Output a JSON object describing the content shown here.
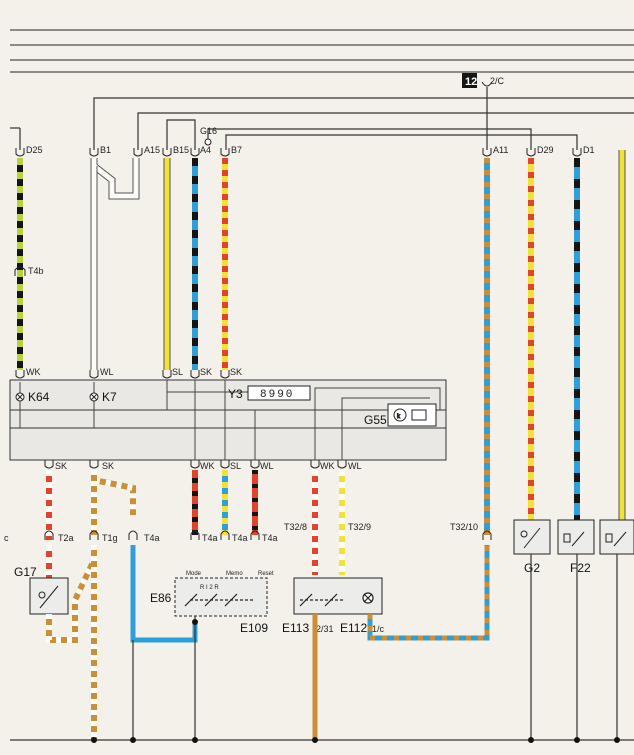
{
  "badge": {
    "number": "12",
    "ref": "2/C"
  },
  "top_pins": [
    "D25",
    "B1",
    "A15",
    "B15",
    "A4",
    "B7",
    "A11",
    "D29",
    "D1"
  ],
  "g16": "G16",
  "t4b": "T4b",
  "mid_wire_codes": [
    "WK",
    "WL",
    "SL",
    "SK",
    "SK"
  ],
  "k64": "K64",
  "k7": "K7",
  "y3": "Y3",
  "display_value": "8990",
  "g55": "G55",
  "lower_wire_codes": [
    "SK",
    "SK",
    "WK",
    "SL",
    "WL",
    "WK",
    "WL"
  ],
  "conn": {
    "t2a": "T2a",
    "t1g": "T1g",
    "t4a_1": "T4a",
    "t4a_2": "T4a",
    "t4a_3": "T4a",
    "t4a_4": "T4a",
    "t32_8": "T32/8",
    "t32_9": "T32/9",
    "t32_10": "T32/10"
  },
  "g17": "G17",
  "e86": "E86",
  "e109": "E109",
  "e113": "E113",
  "e112": "E112",
  "e113_ref": "2/31",
  "e112_ref": "1/c",
  "switch_labels": {
    "mode": "Mode",
    "memo": "Memo",
    "reset": "Reset",
    "ri2r": "R I 2 R"
  },
  "g2": "G2",
  "f22": "F22",
  "edge_c": "c",
  "colors": {
    "black": "#141414",
    "green": "#b8d33a",
    "yellow": "#f1e23a",
    "blue": "#2f9fd8",
    "red": "#e0442c",
    "white": "#fdfcf6",
    "brown": "#c98f3b",
    "grey": "#bbbbbb",
    "panel": "#e9e8e4"
  }
}
